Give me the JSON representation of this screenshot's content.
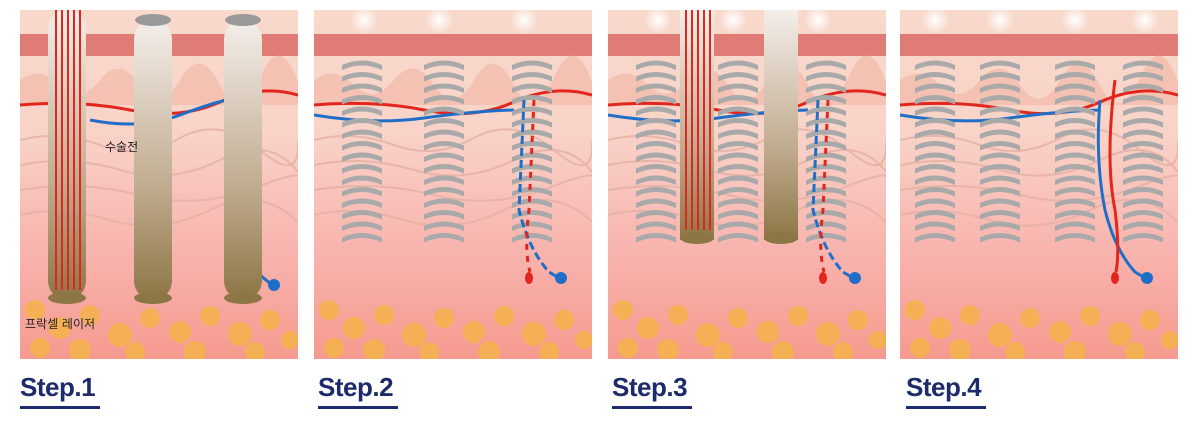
{
  "steps": [
    {
      "label": "Step.1",
      "annotations": [
        "수술전",
        "프락셀 레이저"
      ]
    },
    {
      "label": "Step.2"
    },
    {
      "label": "Step.3"
    },
    {
      "label": "Step.4"
    }
  ],
  "colors": {
    "skin_top": "#f6d2c3",
    "epidermis_band": "#e07c76",
    "dermis": "#f9c4bd",
    "fat": "#f5b24f",
    "artery": "#e3261d",
    "vein": "#1f6fc8",
    "coil": "#a9a9a9",
    "caption": "#1d2a6b"
  }
}
